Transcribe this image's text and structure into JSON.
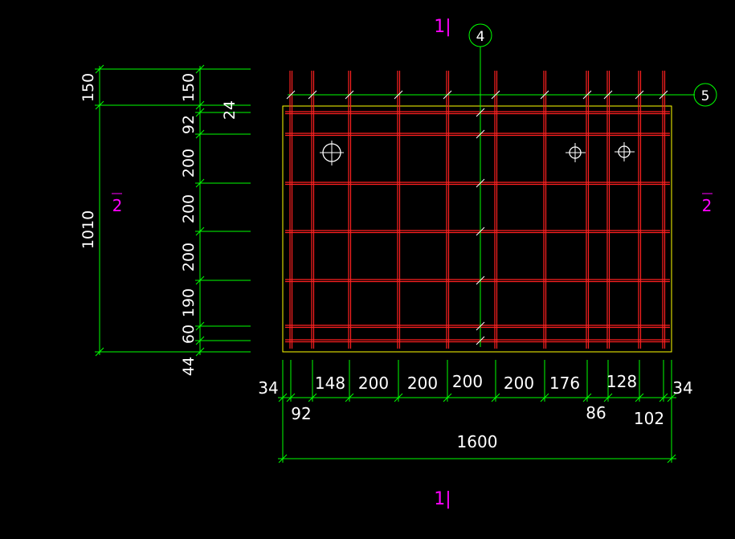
{
  "colors": {
    "background": "#000000",
    "dimension": "#00ff00",
    "rebar": "#ff2020",
    "outline": "#ffff00",
    "section_mark": "#ff00ff",
    "text": "#ffffff",
    "axis": "#00ff00"
  },
  "section_marks": {
    "top": "1|",
    "bottom": "1|",
    "left": "2",
    "right": "2"
  },
  "axes": {
    "vertical": "4",
    "horizontal": "5"
  },
  "left_dimensions": {
    "outer": [
      "150",
      "1010"
    ],
    "inner": [
      "150",
      "92",
      "200",
      "200",
      "200",
      "190",
      "60",
      "44"
    ],
    "extra": "24"
  },
  "bottom_dimensions": {
    "upper_row": [
      "34",
      "148",
      "200",
      "200",
      "200",
      "200",
      "176",
      "128",
      "34"
    ],
    "lower_row": [
      "92",
      "86",
      "102"
    ],
    "total": "1600"
  },
  "icons": [
    "anchor-hole-icon",
    "anchor-hole-icon",
    "anchor-hole-icon"
  ]
}
